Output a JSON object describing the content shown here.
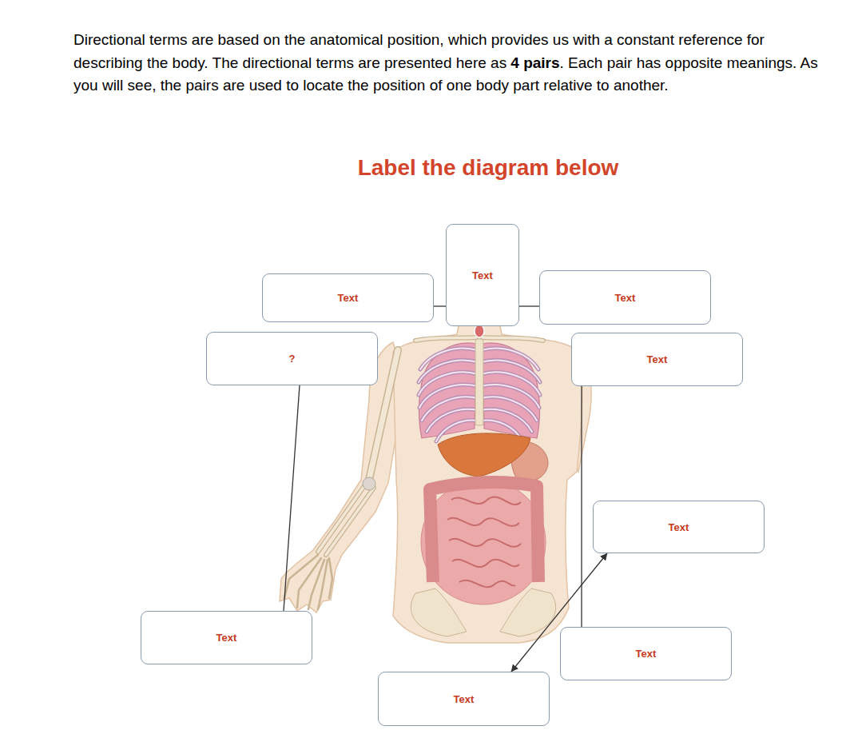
{
  "diagram": {
    "title": "Label the diagram below",
    "nodes": [
      {
        "text": [
          "Text"
        ]
      },
      {
        "text": [
          "Text"
        ]
      },
      {
        "text": [
          "Text"
        ]
      },
      {
        "text": [
          "?"
        ]
      },
      {
        "text": [
          "Text"
        ]
      },
      {
        "text": [
          "Text"
        ]
      },
      {
        "text": [
          "Text"
        ]
      },
      {
        "text": [
          "Text"
        ]
      },
      {
        "text": [
          "Text"
        ]
      }
    ],
    "edges": [
      {
        "from": 0,
        "to": 1,
        "arrow": "none"
      },
      {
        "from": 1,
        "to": 2,
        "arrow": "none"
      },
      {
        "from": 3,
        "to": 6,
        "arrow": "none"
      },
      {
        "from": 4,
        "to": 7,
        "arrow": "none"
      },
      {
        "from": 8,
        "to": 5,
        "arrow": "both"
      }
    ],
    "labels": [
      "Directional terms are based on the anatomical position, which provides us with a constant reference for describing the body. The directional terms are presented here as",
      "4 pairs",
      ". Each pair has opposite meanings. As you will see, the pairs are used to locate the position of one body part relative to another."
    ]
  }
}
